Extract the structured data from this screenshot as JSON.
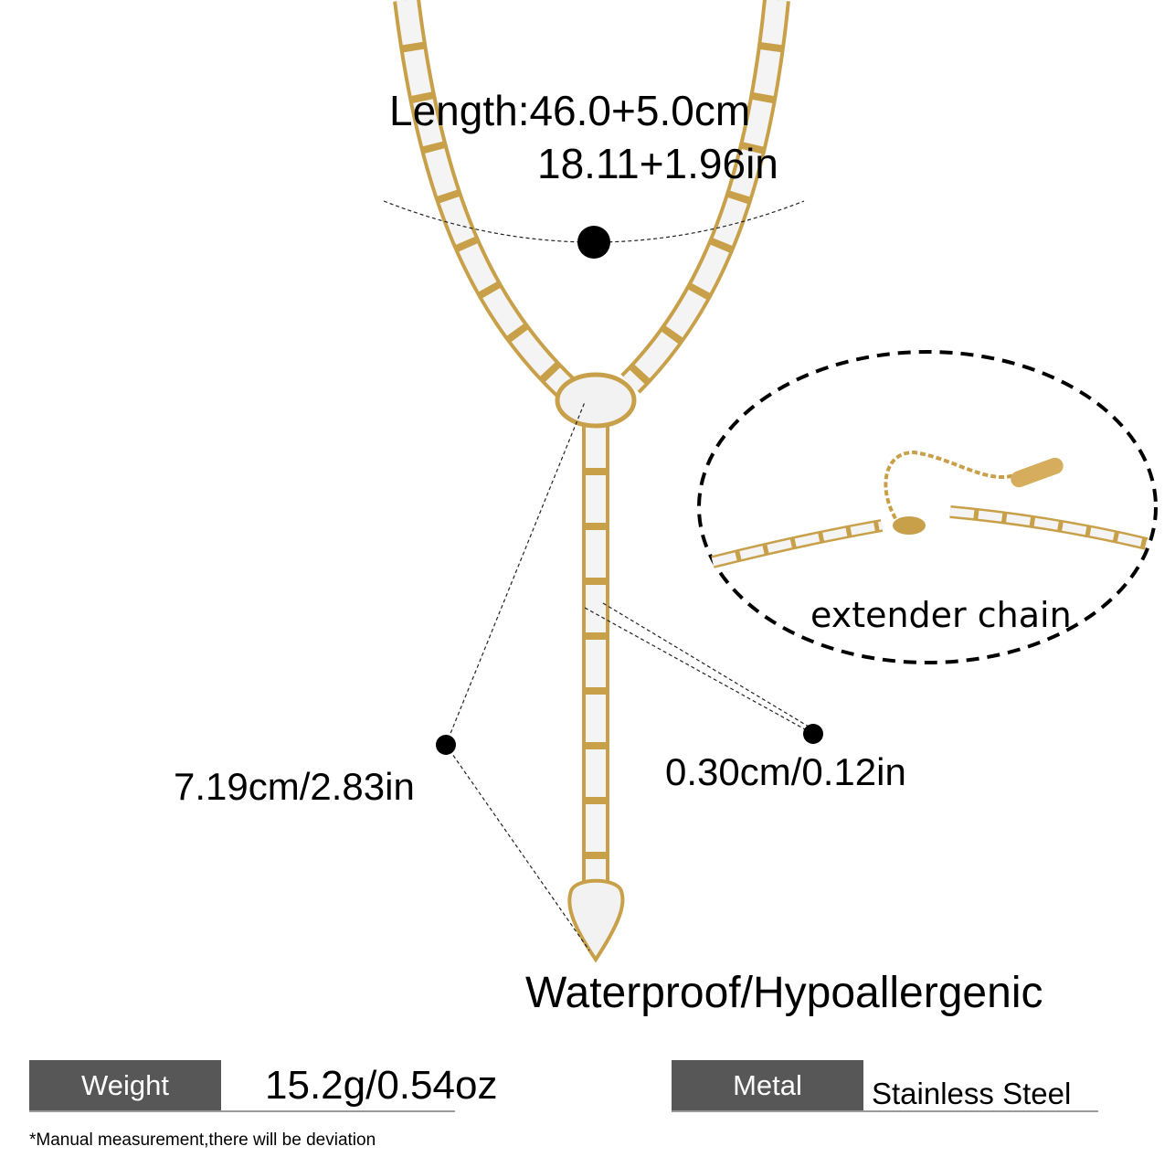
{
  "length": {
    "metric": "Length:46.0+5.0cm",
    "imperial": "18.11+1.96in"
  },
  "drop_length": "7.19cm/2.83in",
  "chain_width": "0.30cm/0.12in",
  "extender_label": "extender chain",
  "features": "Waterproof/Hypoallergenic",
  "specs": {
    "weight_label": "Weight",
    "weight_value": "15.2g/0.54oz",
    "metal_label": "Metal",
    "metal_value": "Stainless Steel"
  },
  "note": "*Manual measurement,there will be deviation",
  "colors": {
    "label_bg": "#575757",
    "gold": "#c9a04a"
  }
}
